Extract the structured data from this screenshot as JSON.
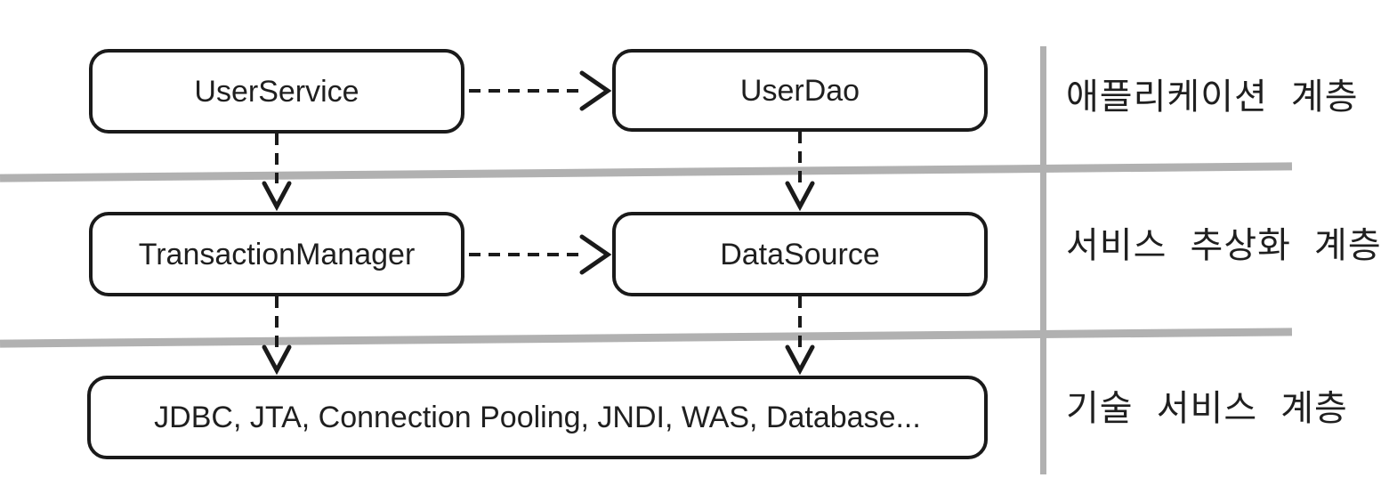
{
  "theme": {
    "background": "#ffffff",
    "ink": "#1f1f1f",
    "box-border": "#1a1a1a",
    "separator": "#b1b1b1"
  },
  "diagram": {
    "nodes": [
      {
        "id": "user-service",
        "label": "UserService"
      },
      {
        "id": "user-dao",
        "label": "UserDao"
      },
      {
        "id": "transaction-manager",
        "label": "TransactionManager"
      },
      {
        "id": "data-source",
        "label": "DataSource"
      },
      {
        "id": "tech-services",
        "label": "JDBC, JTA, Connection Pooling, JNDI, WAS, Database..."
      }
    ],
    "layers": [
      {
        "label": "애플리케이션 계층"
      },
      {
        "label": "서비스 추상화 계층"
      },
      {
        "label": "기술 서비스 계층"
      }
    ],
    "edges": [
      {
        "from": "user-service",
        "to": "user-dao",
        "style": "dashed-arrow"
      },
      {
        "from": "transaction-manager",
        "to": "data-source",
        "style": "dashed-arrow"
      },
      {
        "from": "user-service",
        "to": "transaction-manager",
        "style": "dashed-arrow"
      },
      {
        "from": "user-dao",
        "to": "data-source",
        "style": "dashed-arrow"
      },
      {
        "from": "transaction-manager",
        "to": "tech-services",
        "style": "dashed-arrow"
      },
      {
        "from": "data-source",
        "to": "tech-services",
        "style": "dashed-arrow"
      }
    ]
  }
}
